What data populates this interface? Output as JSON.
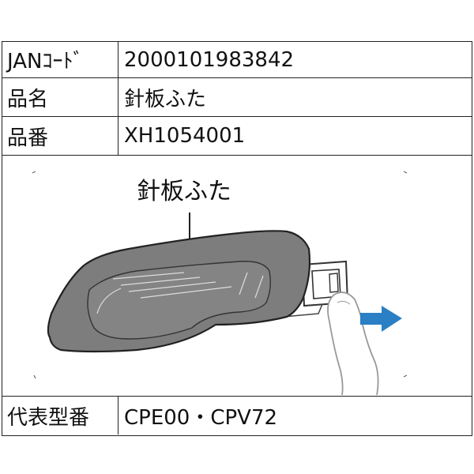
{
  "table": {
    "rows": [
      {
        "label": "JANｺｰﾄﾞ",
        "value": "2000101983842"
      },
      {
        "label": "品名",
        "value": "針板ふた"
      },
      {
        "label": "品番",
        "value": "XH1054001"
      }
    ],
    "footer": {
      "label": "代表型番",
      "value": "CPE00・CPV72"
    }
  },
  "figure": {
    "callout": "針板ふた",
    "arrow_color": "#2b7fc4",
    "cover_color": "#7d7d7d"
  }
}
